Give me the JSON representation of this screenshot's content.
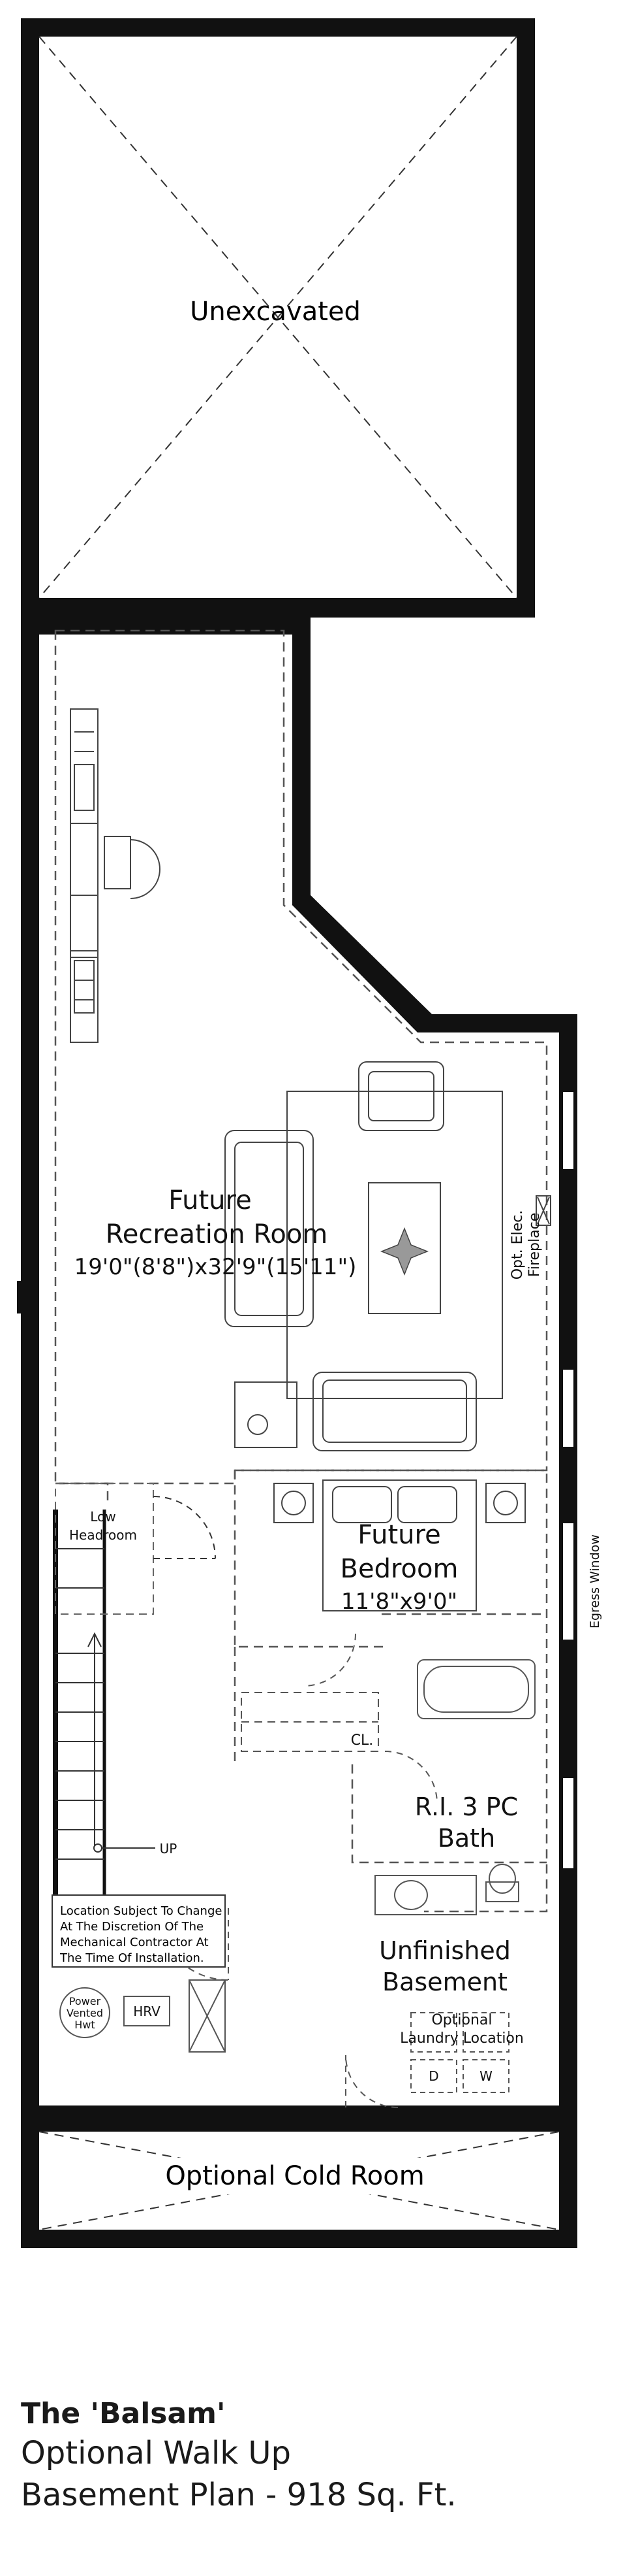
{
  "rooms": {
    "unexcavated": "Unexcavated",
    "rec_room_line1": "Future",
    "rec_room_line2": "Recreation Room",
    "rec_room_dims": "19'0\"(8'8\")x32'9\"(15'11\")",
    "fireplace_line1": "Opt. Elec.",
    "fireplace_line2": "Fireplace",
    "bedroom_line1": "Future",
    "bedroom_line2": "Bedroom",
    "bedroom_dims": "11'8\"x9'0\"",
    "egress": "Egress Window",
    "low_headroom_line1": "Low",
    "low_headroom_line2": "Headroom",
    "closet": "CL.",
    "bath_line1": "R.I. 3 PC",
    "bath_line2": "Bath",
    "stairs_up": "UP",
    "unfinished_line1": "Unfinished",
    "unfinished_line2": "Basement",
    "laundry_line1": "Optional",
    "laundry_line2": "Laundry Location",
    "dryer": "D",
    "washer": "W",
    "hwt_line1": "Power",
    "hwt_line2": "Vented",
    "hwt_line3": "Hwt",
    "hrv": "HRV",
    "cold_room": "Optional Cold Room"
  },
  "note": {
    "line1": "Location Subject To Change",
    "line2": "At The Discretion Of The",
    "line3": "Mechanical Contractor At",
    "line4": "The Time Of Installation."
  },
  "caption": {
    "title": "The 'Balsam'",
    "subtitle1": "Optional Walk Up",
    "subtitle2": "Basement Plan - 918 Sq. Ft."
  }
}
